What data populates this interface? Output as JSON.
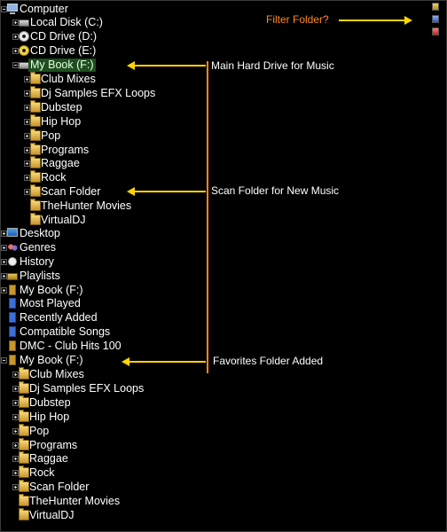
{
  "tree": {
    "computer": "Computer",
    "local_disk": "Local Disk (C:)",
    "cd_drive_d": "CD Drive (D:)",
    "cd_drive_e": "CD Drive (E:)",
    "my_book": "My Book (F:)",
    "folders": [
      "Club Mixes",
      "Dj Samples EFX Loops",
      "Dubstep",
      "Hip Hop",
      "Pop",
      "Programs",
      "Raggae",
      "Rock",
      "Scan Folder",
      "TheHunter Movies",
      "VirtualDJ"
    ],
    "desktop": "Desktop",
    "genres": "Genres",
    "history": "History",
    "playlists": "Playlists",
    "my_book_fav": "My Book (F:)",
    "most_played": "Most Played",
    "recently_added": "Recently Added",
    "compatible_songs": "Compatible Songs",
    "dmc": "DMC - Club Hits 100",
    "favorites_root": "My Book (F:)",
    "favorites_folders": [
      "Club Mixes",
      "Dj Samples EFX Loops",
      "Dubstep",
      "Hip Hop",
      "Pop",
      "Programs",
      "Raggae",
      "Rock",
      "Scan Folder",
      "TheHunter Movies",
      "VirtualDJ"
    ]
  },
  "annotations": {
    "filter_folder": "Filter Folder?",
    "main_drive": "Main Hard Drive for Music",
    "scan_folder": "Scan Folder for New Music",
    "favorites_added": "Favorites Folder Added"
  },
  "colors": {
    "arrow": "#ffd400",
    "orange_text": "#ff8a1c",
    "selection": "#1e4e1e"
  },
  "side_buttons": [
    "add-folder-icon",
    "filter-folder-icon",
    "remove-folder-icon"
  ]
}
